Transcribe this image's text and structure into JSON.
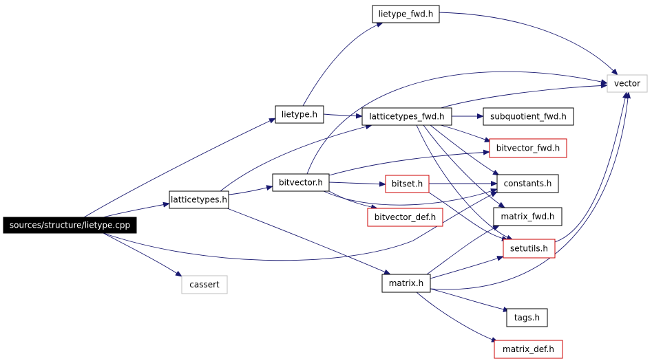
{
  "graph": {
    "nodes": [
      {
        "id": "root",
        "label": "sources/structure/lietype.cpp",
        "style": "root"
      },
      {
        "id": "lietype_fwd",
        "label": "lietype_fwd.h",
        "style": "normal"
      },
      {
        "id": "vector",
        "label": "vector",
        "style": "system"
      },
      {
        "id": "lietype",
        "label": "lietype.h",
        "style": "normal"
      },
      {
        "id": "latticetypes_fwd",
        "label": "latticetypes_fwd.h",
        "style": "normal"
      },
      {
        "id": "subquotient_fwd",
        "label": "subquotient_fwd.h",
        "style": "normal"
      },
      {
        "id": "bitvector_fwd",
        "label": "bitvector_fwd.h",
        "style": "truncated"
      },
      {
        "id": "latticetypes",
        "label": "latticetypes.h",
        "style": "normal"
      },
      {
        "id": "bitvector",
        "label": "bitvector.h",
        "style": "normal"
      },
      {
        "id": "bitset",
        "label": "bitset.h",
        "style": "truncated"
      },
      {
        "id": "constants",
        "label": "constants.h",
        "style": "normal"
      },
      {
        "id": "bitvector_def",
        "label": "bitvector_def.h",
        "style": "truncated"
      },
      {
        "id": "matrix_fwd",
        "label": "matrix_fwd.h",
        "style": "normal"
      },
      {
        "id": "setutils",
        "label": "setutils.h",
        "style": "truncated"
      },
      {
        "id": "cassert",
        "label": "cassert",
        "style": "system"
      },
      {
        "id": "matrix",
        "label": "matrix.h",
        "style": "normal"
      },
      {
        "id": "tags",
        "label": "tags.h",
        "style": "normal"
      },
      {
        "id": "matrix_def",
        "label": "matrix_def.h",
        "style": "truncated"
      }
    ],
    "edges": [
      {
        "from": "root",
        "to": "lietype"
      },
      {
        "from": "root",
        "to": "latticetypes"
      },
      {
        "from": "root",
        "to": "constants"
      },
      {
        "from": "root",
        "to": "cassert"
      },
      {
        "from": "lietype",
        "to": "lietype_fwd"
      },
      {
        "from": "lietype",
        "to": "latticetypes_fwd"
      },
      {
        "from": "lietype_fwd",
        "to": "vector"
      },
      {
        "from": "latticetypes",
        "to": "latticetypes_fwd"
      },
      {
        "from": "latticetypes",
        "to": "bitvector"
      },
      {
        "from": "latticetypes",
        "to": "matrix"
      },
      {
        "from": "latticetypes_fwd",
        "to": "vector"
      },
      {
        "from": "latticetypes_fwd",
        "to": "subquotient_fwd"
      },
      {
        "from": "latticetypes_fwd",
        "to": "bitvector_fwd"
      },
      {
        "from": "latticetypes_fwd",
        "to": "constants"
      },
      {
        "from": "latticetypes_fwd",
        "to": "matrix_fwd"
      },
      {
        "from": "latticetypes_fwd",
        "to": "setutils"
      },
      {
        "from": "bitvector",
        "to": "vector"
      },
      {
        "from": "bitvector",
        "to": "bitvector_fwd"
      },
      {
        "from": "bitvector",
        "to": "bitset"
      },
      {
        "from": "bitvector",
        "to": "bitvector_def"
      },
      {
        "from": "bitvector",
        "to": "constants"
      },
      {
        "from": "bitset",
        "to": "constants"
      },
      {
        "from": "bitset",
        "to": "setutils"
      },
      {
        "from": "setutils",
        "to": "vector"
      },
      {
        "from": "matrix",
        "to": "vector"
      },
      {
        "from": "matrix",
        "to": "matrix_fwd"
      },
      {
        "from": "matrix",
        "to": "setutils"
      },
      {
        "from": "matrix",
        "to": "tags"
      },
      {
        "from": "matrix",
        "to": "matrix_def"
      }
    ]
  },
  "colors": {
    "edge": "#191970",
    "node_border": "#000000",
    "truncated_border": "#cc0000",
    "system_border": "#bfbfbf",
    "root_fill": "#000000",
    "root_text": "#ffffff",
    "text": "#000000"
  }
}
